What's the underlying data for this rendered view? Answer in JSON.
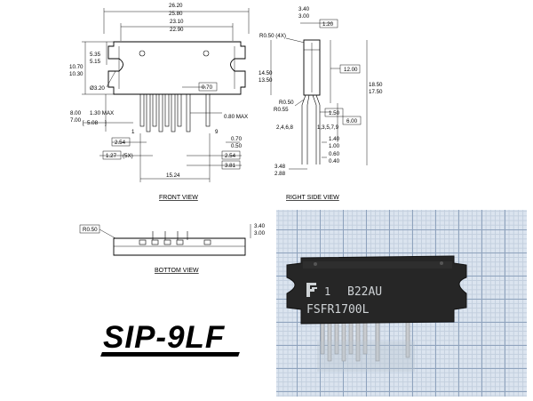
{
  "front_view": {
    "title": "FRONT VIEW",
    "dims": {
      "width_outer": [
        "26.20",
        "25.80"
      ],
      "width_inner": [
        "23.10",
        "22.90"
      ],
      "height": [
        "10.70",
        "10.30"
      ],
      "tab_top": [
        "5.35",
        "5.15"
      ],
      "hole": "Ø3.20",
      "lead_offset": "0.70",
      "lead_len": [
        "8.00",
        "7.00"
      ],
      "lead_max": "1.30 MAX",
      "lead_ref": "5.08",
      "lead_w_max": "0.80 MAX",
      "pin_first": "1",
      "pin_last": "9",
      "pitch": "2.54",
      "pitch_x5": "1.27",
      "pitch_x5_note": "(5X)",
      "pitch_right": "2.54",
      "lead_thk": [
        "0.70",
        "0.50"
      ],
      "span_right": "3.81",
      "span_total": "15.24"
    }
  },
  "right_side_view": {
    "title": "RIGHT SIDE VIEW",
    "dims": {
      "r_top": "R0.50 (4X)",
      "thk": [
        "3.40",
        "3.00"
      ],
      "thk_ref": "1.20",
      "body_h": [
        "14.50",
        "13.50"
      ],
      "body_ref": "12.00",
      "total_h": [
        "18.50",
        "17.50"
      ],
      "r_bend1": "R0.50",
      "r_bend2": "R0.55",
      "bend_ref": "1.50",
      "pins_even": "2,4,6,8",
      "pins_odd": "1,3,5,7,9",
      "lead_ref": "6.00",
      "foot": [
        "1.40",
        "1.00"
      ],
      "lead_t": [
        "0.60",
        "0.40"
      ],
      "offset": [
        "3.48",
        "2.88"
      ]
    }
  },
  "bottom_view": {
    "title": "BOTTOM VIEW",
    "dims": {
      "ref": "R0.50",
      "thk": [
        "3.40",
        "3.00"
      ]
    }
  },
  "package_name": "SIP-9LF",
  "photo": {
    "line1_num": "1",
    "line1_code": "B22AU",
    "line2": "FSFR1700L"
  }
}
